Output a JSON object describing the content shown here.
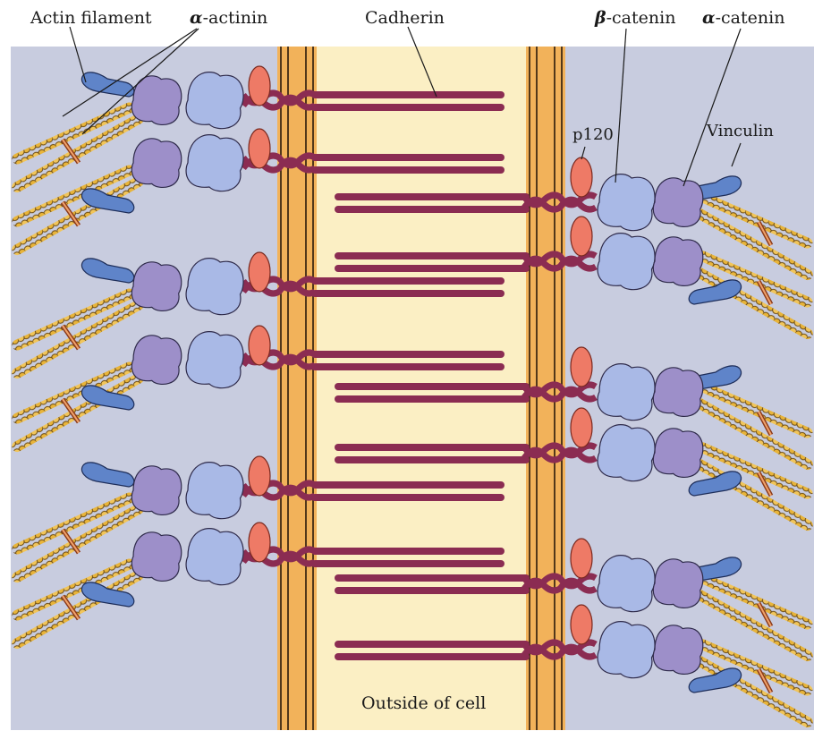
{
  "figure": {
    "labels": {
      "actin_filament": "Actin filament",
      "alpha_actinin_symbol": "α",
      "alpha_actinin_rest": "-actinin",
      "cadherin": "Cadherin",
      "beta_catenin_symbol": "β",
      "beta_catenin_rest": "-catenin",
      "alpha_catenin_symbol": "α",
      "alpha_catenin_rest": "-catenin",
      "p120": "p120",
      "vinculin": "Vinculin",
      "outside_of_cell": "Outside of cell"
    },
    "colors": {
      "cytoplasm": "#c8ccdf",
      "extracellular": "#fbefc4",
      "membrane": "#f2b25a",
      "cadherin": "#8b2c52",
      "actin": "#e8b43a",
      "alpha_catenin": "#9d8fc9",
      "beta_catenin": "#a9b9e6",
      "p120": "#ee7a66",
      "vinculin": "#5f84c9"
    }
  }
}
